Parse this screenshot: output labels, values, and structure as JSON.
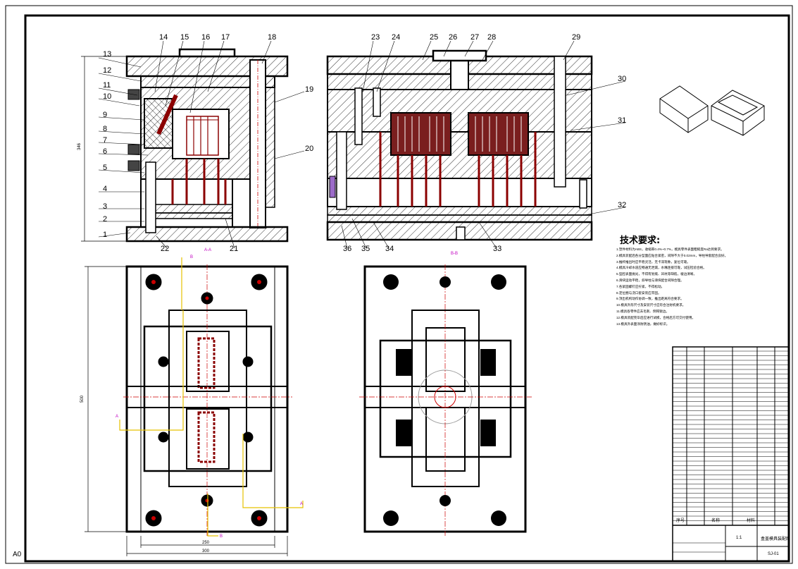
{
  "sheet": {
    "size_code": "A0",
    "tech_title": "技术要求:",
    "tech_lines": [
      "1.塑件材料为ABS，收缩率0.4%~0.7%，模具零件表面粗糙度Ra达到要求。",
      "2.模具装配后各分型面应贴合紧密，间隙不大于0.02mm，导柱导套配合良好。",
      "3.推杆推出时应平稳灵活，无卡滞现象，复位可靠。",
      "4.模具冷却水道应畅通无泄漏，水嘴连接可靠，试压检验合格。",
      "5.型腔表面抛光，不得有划痕、凹坑等缺陷，棱边清晰。",
      "6.滑块运动平稳，斜导柱与滑块配合间隙合理。",
      "7.各紧固螺钉应拧紧，不得松动。",
      "8.定位圈与浇口套安装应牢固。",
      "9.顶出机构动作协调一致，推出距离符合要求。",
      "10.模具外形尺寸及安装尺寸应符合注射机要求。",
      "11.模具各零件应去毛刺、倒钝锐边。",
      "12.模具装配完毕后应进行试模，合格后方可交付使用。",
      "13.模具外表面涂防锈油，做好标识。"
    ],
    "dims": {
      "height": "346",
      "length": "500",
      "w_inner": "250",
      "w_outer": "300"
    },
    "section_labels": {
      "aa": "A-A",
      "bb": "B-B",
      "a": "A",
      "b": "B"
    },
    "callouts_left": [
      "13",
      "12",
      "11",
      "10",
      "9",
      "8",
      "7",
      "6",
      "5",
      "4",
      "3",
      "2",
      "1"
    ],
    "callouts_top_left": [
      "14",
      "15",
      "16",
      "17",
      "18"
    ],
    "callouts_right_of_left_view": [
      "19",
      "20"
    ],
    "callouts_bottom_left": [
      "22",
      "21"
    ],
    "callouts_top_right": [
      "23",
      "24",
      "25",
      "26",
      "27",
      "28",
      "29"
    ],
    "callouts_right": [
      "30",
      "31",
      "32"
    ],
    "callouts_bottom_right": [
      "36",
      "35",
      "34",
      "33"
    ],
    "title_block": {
      "header_cols": [
        "序号",
        "名称",
        "材料"
      ],
      "drawing_name": "盒盖模具装配图",
      "ratio": "1:1",
      "number": "SJ-01"
    }
  }
}
